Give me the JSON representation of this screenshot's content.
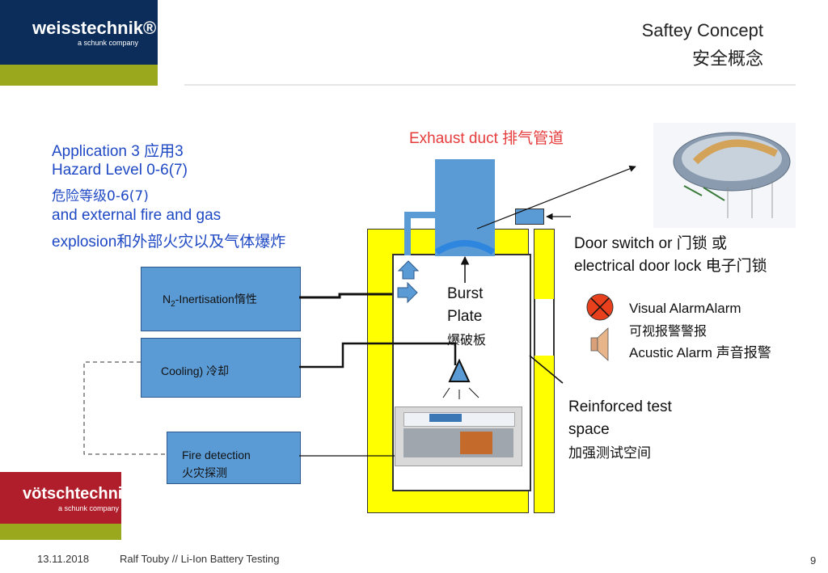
{
  "header": {
    "brand_top": "weisstechnik®",
    "brand_top_sub": "a schunk company",
    "brand_bottom": "vötschtechnik",
    "brand_bottom_sub": "a schunk company",
    "title_en": "Saftey Concept",
    "title_zh": "安全概念"
  },
  "application": {
    "line1": "Application 3 应用3",
    "line2": "Hazard Level 0-6(7)",
    "line3": "危险等级0-6(7)",
    "line4": "and external fire and gas",
    "line5": "explosion和外部火灾以及气体爆炸"
  },
  "diagram": {
    "exhaust": "Exhaust duct 排气管道",
    "n2_prefix": "N",
    "n2_sub": "2",
    "n2_suffix": "-Inertisation惰性",
    "cooling": "Cooling) 冷却",
    "fire_line1": "Fire detection",
    "fire_line2": "火灾探测",
    "burst_line1": "Burst",
    "burst_line2": "Plate",
    "burst_zh": "爆破板",
    "door_line1": "Door switch or 门锁 或",
    "door_line2": "electrical door lock 电子门锁",
    "visual_line1": "Visual AlarmAlarm",
    "visual_line2": "可视报警警报",
    "acustic": "Acustic Alarm 声音报警",
    "reinforced_line1": "Reinforced test",
    "reinforced_line2": "space",
    "reinforced_zh": "加强测试空间",
    "colors": {
      "blue": "#5b9bd5",
      "yellow": "#ffff00",
      "alarm_red": "#e8401c",
      "text_blue": "#1f49c4",
      "exhaust_red": "#e53b3b"
    }
  },
  "footer": {
    "date": "13.11.2018",
    "author": "Ralf Touby // Li-Ion Battery  Testing",
    "page": "9"
  }
}
